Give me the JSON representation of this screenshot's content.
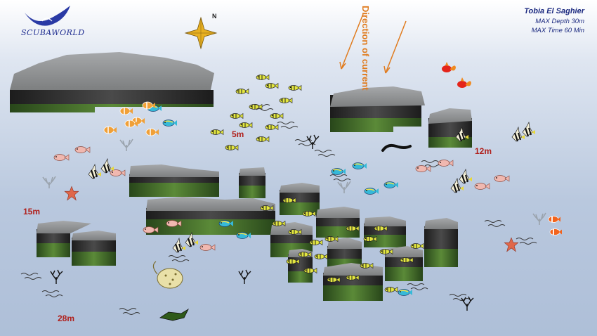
{
  "logo": {
    "text": "SCUBAWORLD"
  },
  "site_info": {
    "name": "Tobia El Saghier",
    "max_depth": "MAX Depth 30m",
    "max_time": "MAX Time 60 Min"
  },
  "current": {
    "label": "Direction of current"
  },
  "compass": {
    "north_label": "N"
  },
  "depths": [
    "5m",
    "12m",
    "15m",
    "28m"
  ],
  "colors": {
    "reef_top": "#8f9192",
    "reef_side": "#2b2b2b",
    "reef_base": "#3f6b24",
    "depth_text": "#b0201c",
    "current": "#e07b1e",
    "title": "#1c2a80"
  }
}
